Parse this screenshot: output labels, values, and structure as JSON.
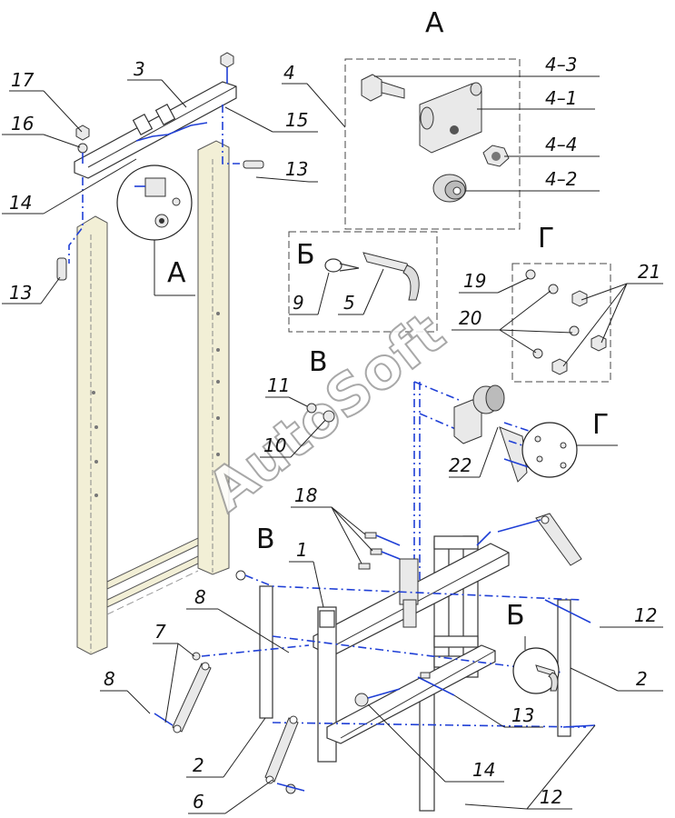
{
  "watermark": "AutoSoft",
  "views": {
    "a_top": "А",
    "a_left": "А",
    "b_box": "Б",
    "b_frame": "Б",
    "v_top": "В",
    "v_left": "В",
    "g_box": "Г",
    "g_frame": "Г"
  },
  "labels": {
    "l17": "17",
    "l16": "16",
    "l3": "3",
    "l14a": "14",
    "l13a": "13",
    "l13b": "13",
    "l15": "15",
    "l4": "4",
    "l4_3": "4–3",
    "l4_1": "4–1",
    "l4_4": "4–4",
    "l4_2": "4–2",
    "l9": "9",
    "l5": "5",
    "l19": "19",
    "l20": "20",
    "l21": "21",
    "l11": "11",
    "l10": "10",
    "l22": "22",
    "l18": "18",
    "l1": "1",
    "l8a": "8",
    "l8b": "8",
    "l7": "7",
    "l2a": "2",
    "l2b": "2",
    "l6": "6",
    "l12a": "12",
    "l12b": "12",
    "l13c": "13",
    "l14b": "14"
  }
}
